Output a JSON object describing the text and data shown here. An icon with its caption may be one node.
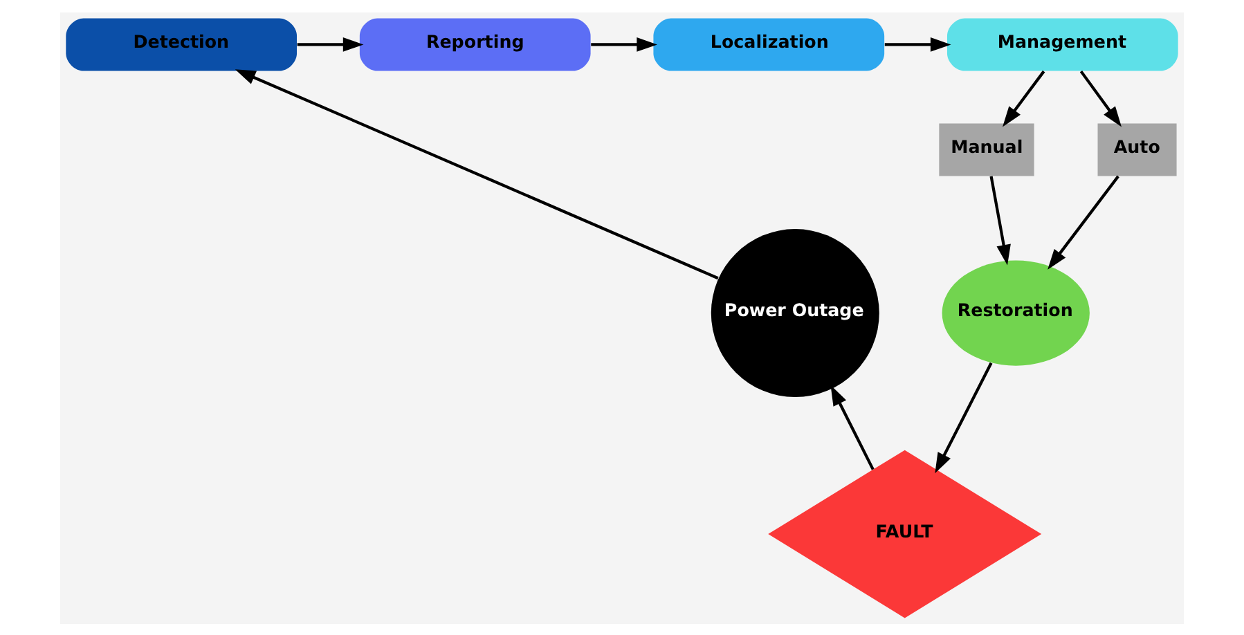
{
  "diagram": {
    "nodes": [
      {
        "text": [
          "Detection"
        ]
      },
      {
        "text": [
          "Reporting"
        ]
      },
      {
        "text": [
          "Localization"
        ]
      },
      {
        "text": [
          "Management"
        ]
      },
      {
        "text": [
          "Manual"
        ]
      },
      {
        "text": [
          "Auto"
        ]
      },
      {
        "text": [
          "Restoration"
        ]
      },
      {
        "text": [
          "FAULT"
        ]
      },
      {
        "text": [
          "Power Outage"
        ]
      }
    ],
    "edges": [
      {
        "from": 0,
        "to": 1,
        "arrow": "to"
      },
      {
        "from": 1,
        "to": 2,
        "arrow": "to"
      },
      {
        "from": 2,
        "to": 3,
        "arrow": "to"
      },
      {
        "from": 3,
        "to": 4,
        "arrow": "to"
      },
      {
        "from": 3,
        "to": 5,
        "arrow": "to"
      },
      {
        "from": 4,
        "to": 6,
        "arrow": "to"
      },
      {
        "from": 5,
        "to": 6,
        "arrow": "to"
      },
      {
        "from": 6,
        "to": 7,
        "arrow": "to"
      },
      {
        "from": 7,
        "to": 8,
        "arrow": "to"
      },
      {
        "from": 8,
        "to": 0,
        "arrow": "to"
      }
    ]
  }
}
